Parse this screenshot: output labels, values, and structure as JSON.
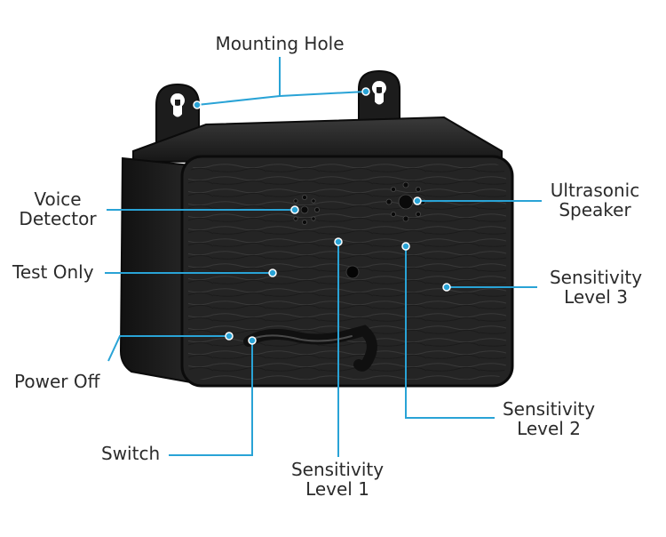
{
  "callouts": {
    "mounting_hole": "Mounting Hole",
    "voice_detector": [
      "Voice",
      "Detector"
    ],
    "test_only": "Test Only",
    "power_off": "Power Off",
    "switch": "Switch",
    "ultrasonic_speaker": [
      "Ultrasonic",
      "Speaker"
    ],
    "sensitivity_level_3": [
      "Sensitivity",
      "Level 3"
    ],
    "sensitivity_level_2": [
      "Sensitivity",
      "Level 2"
    ],
    "sensitivity_level_1": [
      "Sensitivity",
      "Level 1"
    ]
  },
  "colors": {
    "leader_line": "#29a3d6",
    "device_body": "#1e1e1e",
    "device_face": "#2a2a2a",
    "device_edge": "#0e0e0e",
    "label_text": "#2b2b2b"
  }
}
